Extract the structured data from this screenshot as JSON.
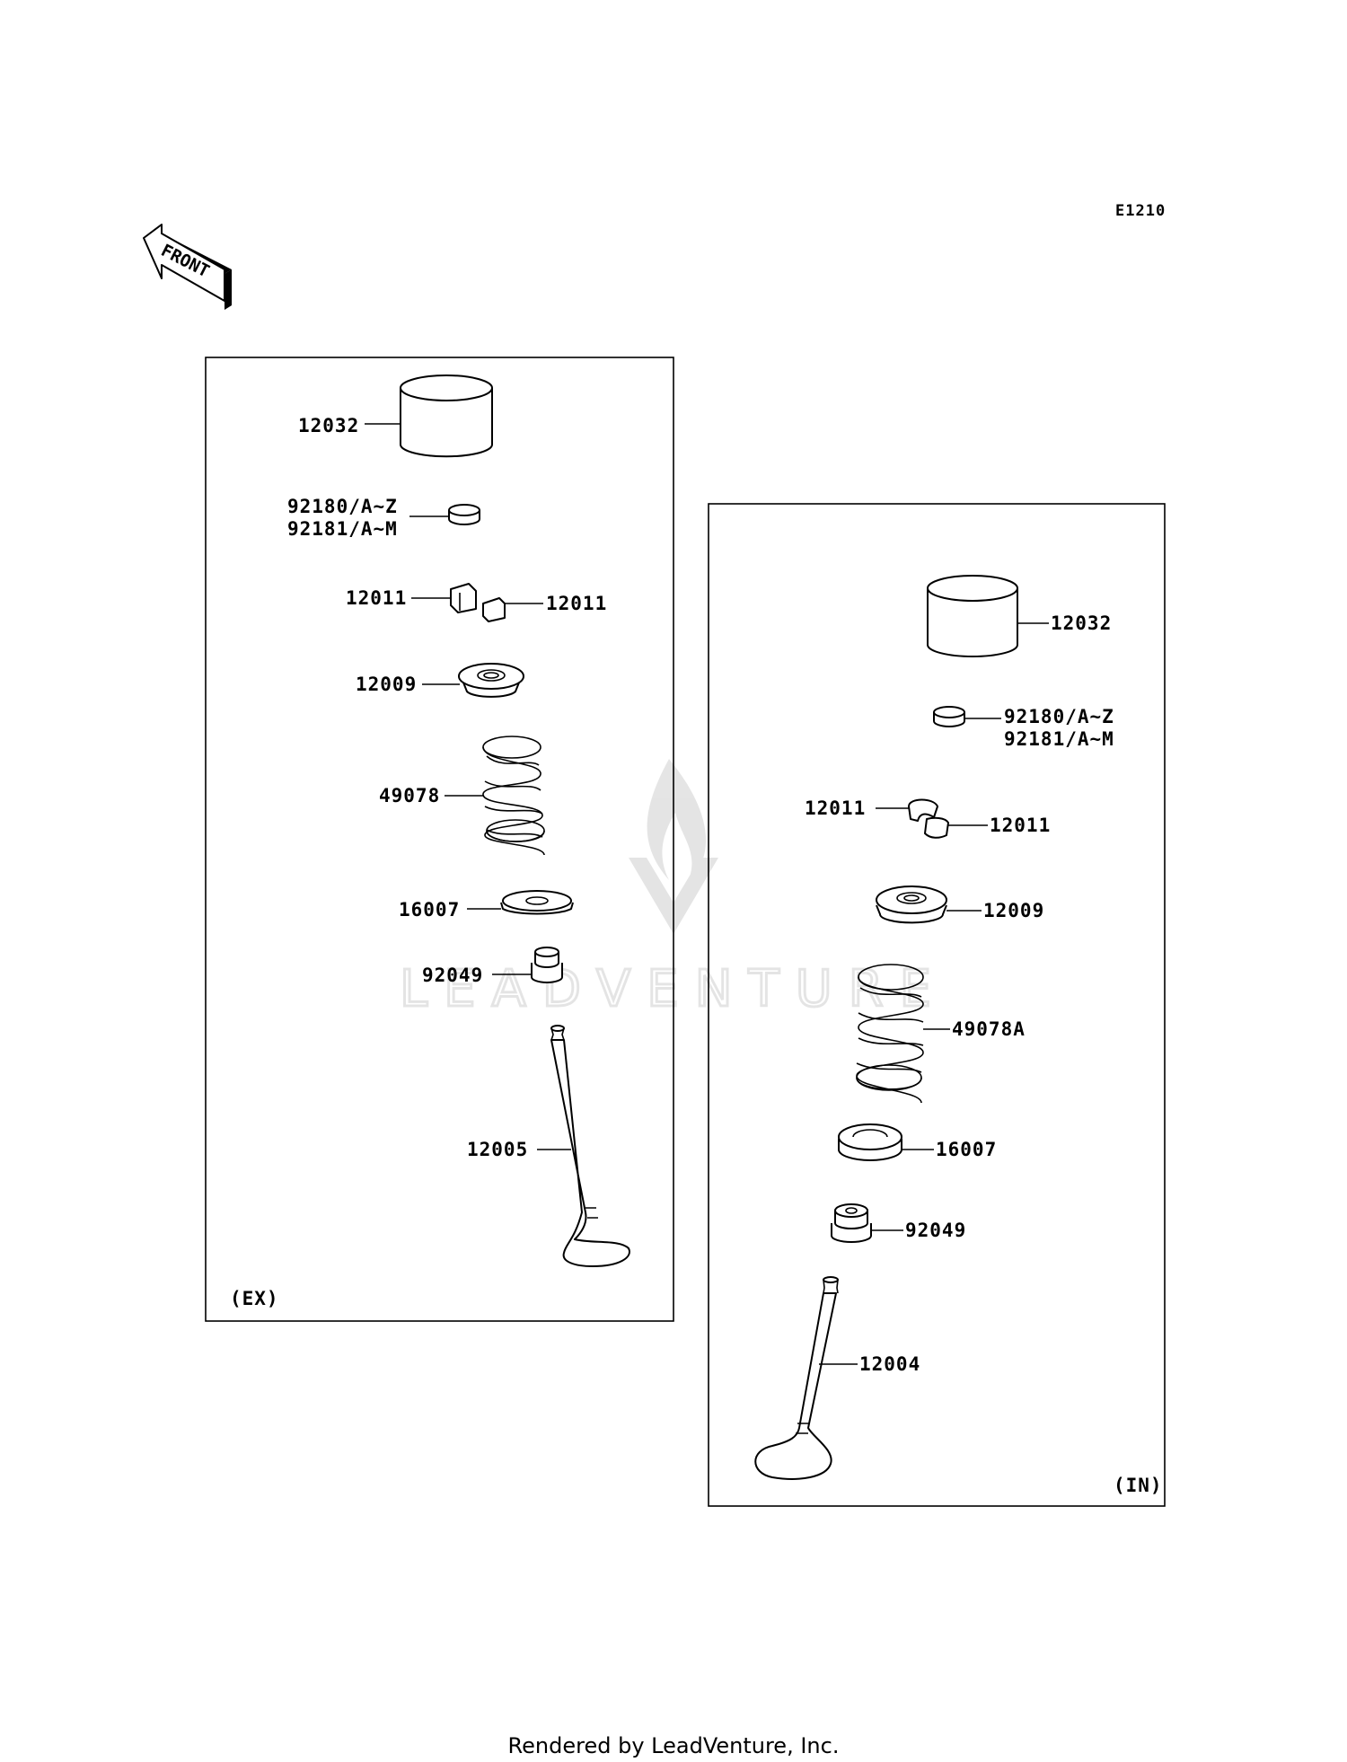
{
  "diagram_code": "E1210",
  "front_label": "FRONT",
  "watermark": "LEADVENTURE",
  "footer": "Rendered by LeadVenture, Inc.",
  "exhaust": {
    "panel_label": "(EX)",
    "parts": [
      {
        "id": "ex-12032",
        "label": "12032"
      },
      {
        "id": "ex-92180",
        "label": "92180/A~Z"
      },
      {
        "id": "ex-92181",
        "label": "92181/A~M"
      },
      {
        "id": "ex-12011-left",
        "label": "12011"
      },
      {
        "id": "ex-12011-right",
        "label": "12011"
      },
      {
        "id": "ex-12009",
        "label": "12009"
      },
      {
        "id": "ex-49078",
        "label": "49078"
      },
      {
        "id": "ex-16007",
        "label": "16007"
      },
      {
        "id": "ex-92049",
        "label": "92049"
      },
      {
        "id": "ex-12005",
        "label": "12005"
      }
    ]
  },
  "intake": {
    "panel_label": "(IN)",
    "parts": [
      {
        "id": "in-12032",
        "label": "12032"
      },
      {
        "id": "in-92180",
        "label": "92180/A~Z"
      },
      {
        "id": "in-92181",
        "label": "92181/A~M"
      },
      {
        "id": "in-12011-left",
        "label": "12011"
      },
      {
        "id": "in-12011-right",
        "label": "12011"
      },
      {
        "id": "in-12009",
        "label": "12009"
      },
      {
        "id": "in-49078A",
        "label": "49078A"
      },
      {
        "id": "in-16007",
        "label": "16007"
      },
      {
        "id": "in-92049",
        "label": "92049"
      },
      {
        "id": "in-12004",
        "label": "12004"
      }
    ]
  }
}
